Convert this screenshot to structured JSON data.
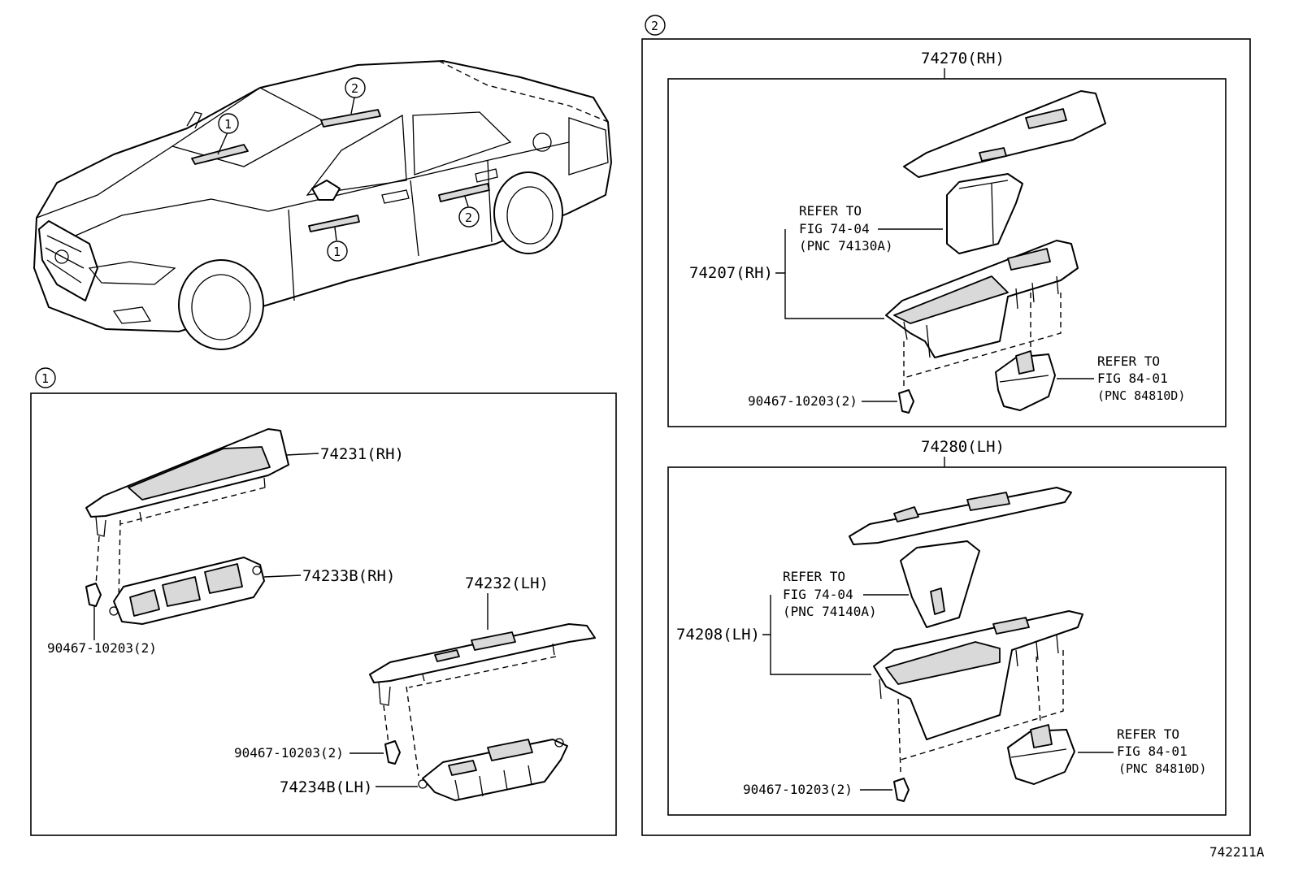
{
  "figure_number": "742211A",
  "callout_markers": {
    "one": "1",
    "two": "2"
  },
  "group_1": {
    "marker": "1",
    "parts": {
      "bezel_rh": "74231(RH)",
      "switch_rh": "74233B(RH)",
      "clip_rh": "90467-10203(2)",
      "bezel_lh": "74232(LH)",
      "clip_lh": "90467-10203(2)",
      "switch_lh": "74234B(LH)"
    }
  },
  "group_2": {
    "marker": "2",
    "rh": {
      "assembly": "74270(RH)",
      "switch": "74207(RH)",
      "clip": "90467-10203(2)",
      "refer_a": {
        "line1": "REFER TO",
        "line2": "FIG 74-04",
        "line3": "(PNC 74130A)"
      },
      "refer_b": {
        "line1": "REFER TO",
        "line2": "FIG 84-01",
        "line3": "(PNC 84810D)"
      }
    },
    "lh": {
      "assembly": "74280(LH)",
      "switch": "74208(LH)",
      "clip": "90467-10203(2)",
      "refer_a": {
        "line1": "REFER TO",
        "line2": "FIG 74-04",
        "line3": "(PNC 74140A)"
      },
      "refer_b": {
        "line1": "REFER TO",
        "line2": "FIG 84-01",
        "line3": "(PNC 84810D)"
      }
    }
  }
}
